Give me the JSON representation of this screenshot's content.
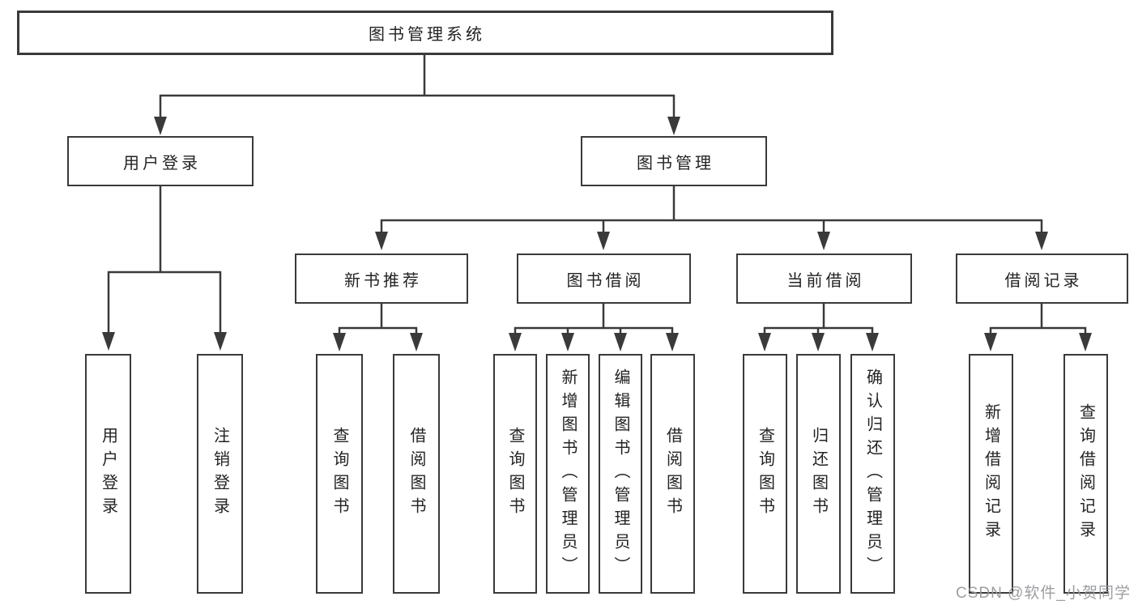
{
  "tree": {
    "root": "图书管理系统",
    "branches": [
      {
        "label": "用户登录",
        "children": [
          "用户登录",
          "注销登录"
        ]
      },
      {
        "label": "图书管理",
        "sections": [
          {
            "label": "新书推荐",
            "children": [
              "查询图书",
              "借阅图书"
            ]
          },
          {
            "label": "图书借阅",
            "children": [
              "查询图书",
              "新增图书（管理员）",
              "编辑图书（管理员）",
              "借阅图书"
            ]
          },
          {
            "label": "当前借阅",
            "children": [
              "查询图书",
              "归还图书",
              "确认归还（管理员）"
            ]
          },
          {
            "label": "借阅记录",
            "children": [
              "新增借阅记录",
              "查询借阅记录"
            ]
          }
        ]
      }
    ]
  },
  "watermark": {
    "text": "CSDN @软件_小贺同学"
  },
  "colors": {
    "line": "#3a3a3a",
    "box_border": "#3a3a3a",
    "text": "#232323",
    "background": "#ffffff",
    "watermark": "#949699"
  }
}
